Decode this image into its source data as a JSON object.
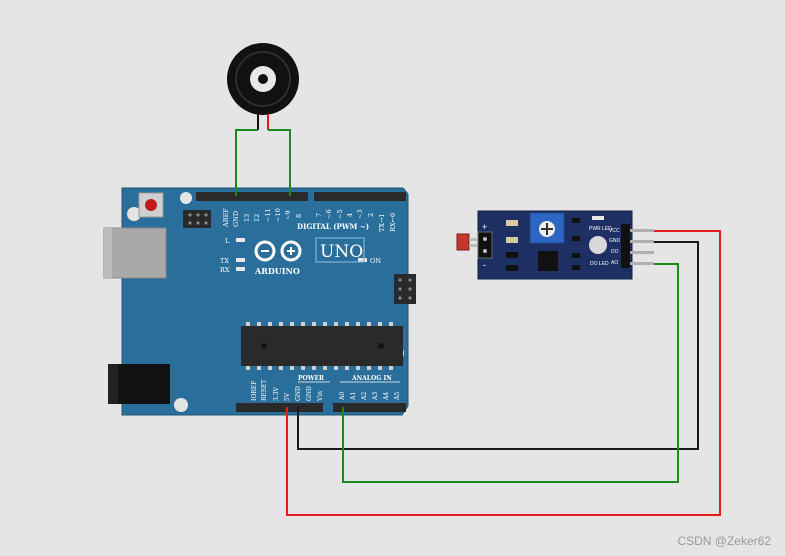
{
  "board": {
    "brand": "ARDUINO",
    "model": "UNO",
    "on_label": "ON",
    "l_label": "L",
    "tx_label": "TX",
    "rx_label": "RX",
    "digital_header": "DIGITAL (PWM ~)",
    "power_header": "POWER",
    "analog_header": "ANALOG IN",
    "digital_pins": [
      "AREF",
      "GND",
      "13",
      "12",
      "~11",
      "~10",
      "~9",
      "8",
      "7",
      "~6",
      "~5",
      "4",
      "~3",
      "2",
      "TX→1",
      "RX←0"
    ],
    "power_pins": [
      "IOREF",
      "RESET",
      "3.3V",
      "5V",
      "GND",
      "GND",
      "Vin"
    ],
    "analog_pins": [
      "A0",
      "A1",
      "A2",
      "A3",
      "A4",
      "A5"
    ]
  },
  "sensor": {
    "pins": [
      "VCC",
      "GND",
      "DO",
      "AO"
    ],
    "pwr_led_label": "PWR LED",
    "do_led_label": "DO LED",
    "plus_label": "+",
    "minus_label": "-"
  },
  "wires": {
    "colors": {
      "red": "#e21b1b",
      "black": "#1a1a1a",
      "green": "#1a8a1a"
    }
  },
  "watermark": "CSDN @Zeker62"
}
